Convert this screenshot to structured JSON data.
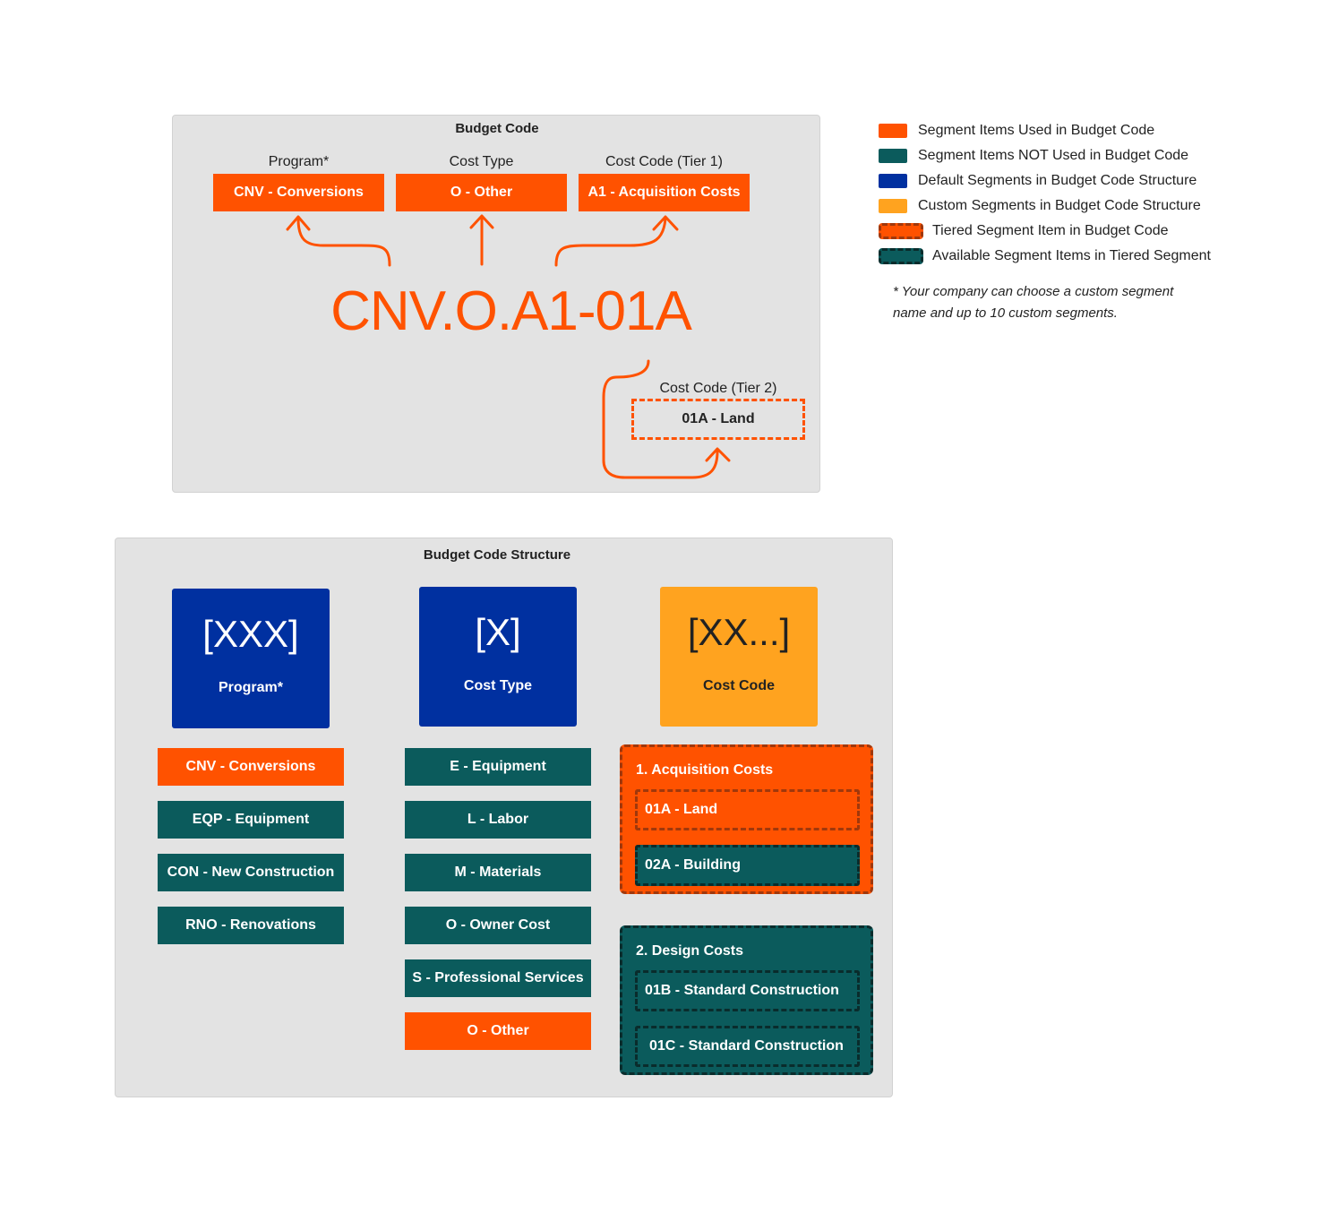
{
  "budget_code": {
    "title": "Budget Code",
    "segments": [
      {
        "label": "Program*",
        "item": "CNV - Conversions"
      },
      {
        "label": "Cost Type",
        "item": "O - Other"
      },
      {
        "label": "Cost Code (Tier 1)",
        "item": "A1 - Acquisition Costs"
      }
    ],
    "code": "CNV.O.A1-01A",
    "tier2": {
      "label": "Cost Code (Tier 2)",
      "item": "01A - Land"
    }
  },
  "legend": {
    "items": [
      {
        "label": "Segment Items Used in Budget Code",
        "color": "#ff5200"
      },
      {
        "label": "Segment Items NOT Used in Budget Code",
        "color": "#0b5b5c"
      },
      {
        "label": "Default Segments in Budget Code Structure",
        "color": "#0030a0"
      },
      {
        "label": "Custom Segments in Budget Code Structure",
        "color": "#ffa31f"
      },
      {
        "label": "Tiered Segment Item in Budget Code",
        "color": "#ff5200"
      },
      {
        "label": "Available Segment Items in Tiered Segment",
        "color": "#0b5b5c"
      }
    ],
    "note_line1": "* Your company can choose a custom segment",
    "note_line2": "name and up to 10 custom segments."
  },
  "structure": {
    "title": "Budget Code Structure",
    "program": {
      "symbol": "[XXX]",
      "name": "Program*",
      "items": [
        "CNV - Conversions",
        "EQP - Equipment",
        "CON - New Construction",
        "RNO - Renovations"
      ]
    },
    "cost_type": {
      "symbol": "[X]",
      "name": "Cost Type",
      "items": [
        "E - Equipment",
        "L - Labor",
        "M - Materials",
        "O - Owner Cost",
        "S - Professional Services",
        "O - Other"
      ]
    },
    "cost_code": {
      "symbol": "[XX...]",
      "name": "Cost Code",
      "groups": [
        {
          "title": "1. Acquisition Costs",
          "items": [
            "01A - Land",
            "02A - Building"
          ]
        },
        {
          "title": "2. Design Costs",
          "items": [
            "01B - Standard Construction",
            "01C - Standard Construction"
          ]
        }
      ]
    }
  }
}
